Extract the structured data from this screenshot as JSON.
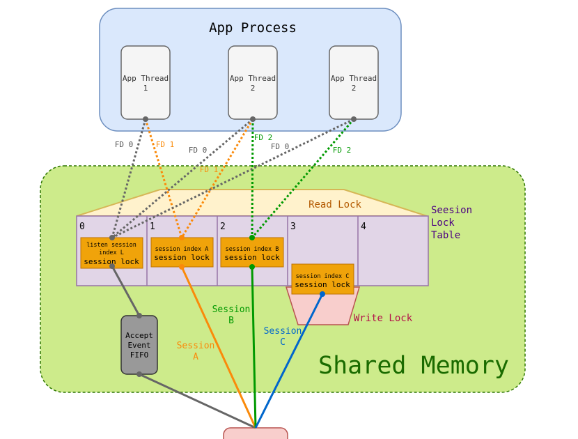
{
  "app_process": {
    "title": "App Process",
    "threads": [
      {
        "line1": "App Thread",
        "line2": "1"
      },
      {
        "line1": "App Thread",
        "line2": "2"
      },
      {
        "line1": "App Thread",
        "line2": "2"
      }
    ]
  },
  "fd_labels": {
    "t1_fd0": "FD 0",
    "t1_fd1": "FD 1",
    "t2_fd0": "FD 0",
    "t2_fd1": "FD 1",
    "t2_fd2": "FD 2",
    "t3_fd0": "FD 0",
    "t3_fd2": "FD 2"
  },
  "shared_memory": {
    "title": "Shared Memory",
    "read_lock": "Read Lock",
    "write_lock": "Write Lock",
    "table_label": [
      "Seesion",
      "Lock",
      "Table"
    ],
    "cells": [
      "0",
      "1",
      "2",
      "3",
      "4"
    ],
    "locks": [
      {
        "index": "listen session",
        "index2": "index L",
        "label": "session lock"
      },
      {
        "index": "session index A",
        "label": "session lock"
      },
      {
        "index": "session index B",
        "label": "session lock"
      },
      {
        "index": "session index C",
        "label": "session lock"
      }
    ],
    "fifo": [
      "Accept",
      "Event",
      "FIFO"
    ],
    "sessions": {
      "a": [
        "Session",
        "A"
      ],
      "b": [
        "Session",
        "B"
      ],
      "c": [
        "Session",
        "C"
      ]
    }
  },
  "colors": {
    "app_bg": "#dae8fc",
    "app_border": "#6c8ebf",
    "shared_bg": "#cdeb8b",
    "shared_border": "#2d7600",
    "read_lock_bg": "#fff2cc",
    "read_lock_border": "#d6b656",
    "table_bg": "#e1d5e7",
    "table_border": "#9673a6",
    "lock_box": "#f0a30a",
    "write_lock_bg": "#f8cecc",
    "write_lock_border": "#b85450",
    "fd0_line": "#666666",
    "fd1_line": "#fa8a0a",
    "fd2_line": "#009900",
    "session_c_line": "#0066cc"
  }
}
